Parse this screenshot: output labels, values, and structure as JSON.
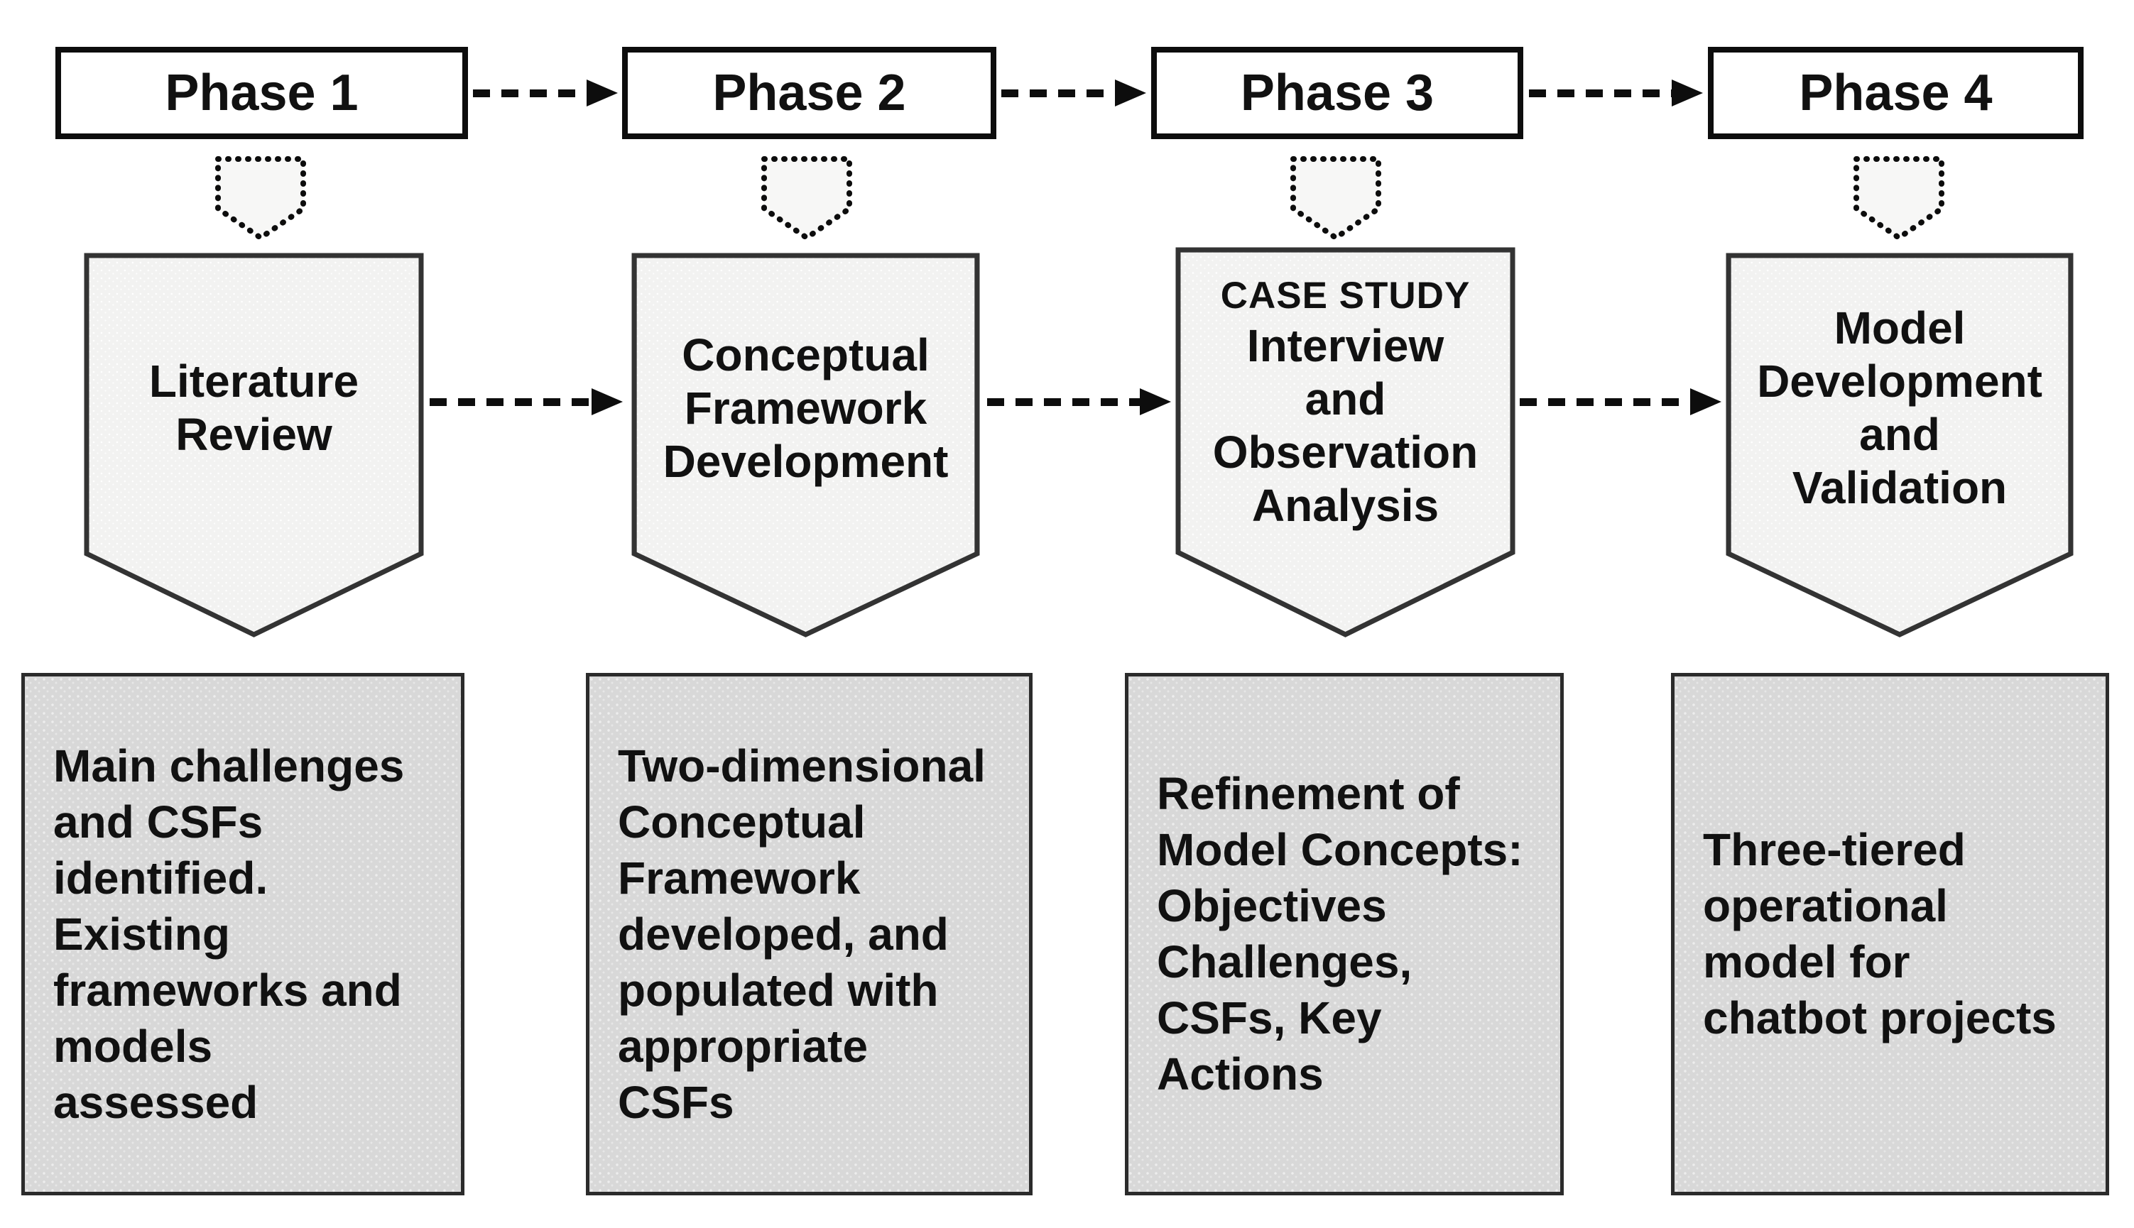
{
  "colors": {
    "ink": "#111111",
    "box-fill": "#ffffff",
    "box-border": "#0d0d0d",
    "pent-fill": "#f2f2f1",
    "pent-border": "#333333",
    "shield-fill": "#f7f7f6",
    "rect-fill": "#d8d8d8",
    "rect-border": "#2b2b2b",
    "arrow-color": "#0d0d0d"
  },
  "phases": [
    {
      "label": "Phase 1",
      "activity_lines": [
        "Literature",
        "Review"
      ],
      "outcome_lines": [
        "Main challenges",
        "and CSFs",
        "identified.",
        "Existing",
        "frameworks and",
        "models",
        "assessed"
      ]
    },
    {
      "label": "Phase 2",
      "activity_lines": [
        "Conceptual",
        "Framework",
        "Development"
      ],
      "outcome_lines": [
        "Two-dimensional",
        "Conceptual",
        "Framework",
        "developed, and",
        "populated with",
        "appropriate",
        "CSFs"
      ]
    },
    {
      "label": "Phase 3",
      "activity_tag": "CASE STUDY",
      "activity_lines": [
        "Interview",
        "and",
        "Observation",
        "Analysis"
      ],
      "outcome_lines": [
        "Refinement of",
        "Model Concepts:",
        "Objectives",
        "Challenges,",
        "CSFs, Key",
        "Actions"
      ]
    },
    {
      "label": "Phase 4",
      "activity_lines": [
        "Model",
        "Development",
        "and",
        "Validation"
      ],
      "outcome_lines": [
        "Three-tiered",
        "operational",
        "model for",
        "chatbot projects"
      ]
    }
  ]
}
